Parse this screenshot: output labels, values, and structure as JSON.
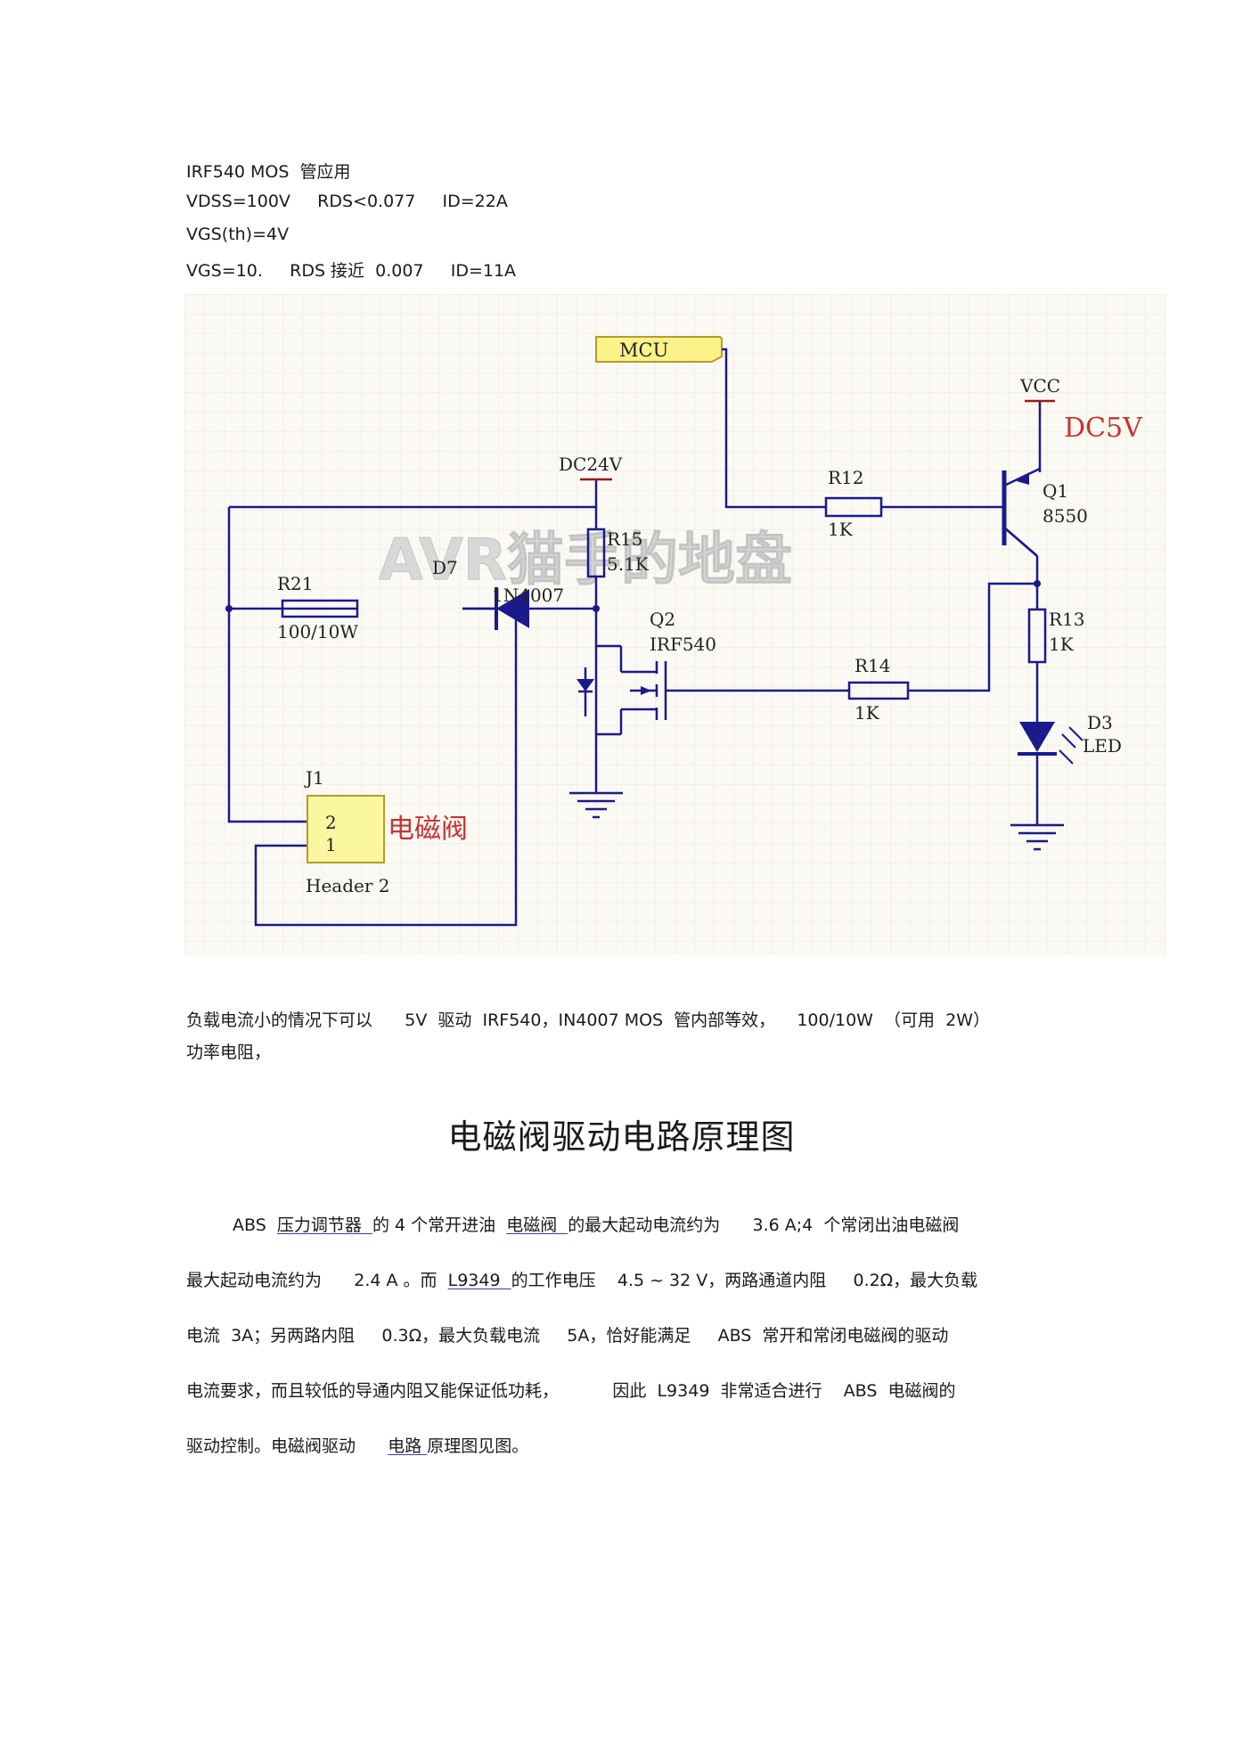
{
  "specs": [
    "IRF540 MOS  管应用",
    "VDSS=100V     RDS<0.077     ID=22A",
    "VGS(th)=4V",
    "VGS=10.     RDS 接近  0.007     ID=11A"
  ],
  "schematic": {
    "watermark": "AVR猫手的地盘",
    "labels": {
      "mcu": "MCU",
      "vcc": "VCC",
      "dc5v": "DC5V",
      "dc24v": "DC24V",
      "r12": "R12",
      "r12_val": "1K",
      "q1": "Q1",
      "q1_val": "8550",
      "r15": "R15",
      "r15_val": "5.1K",
      "d7": "D7",
      "d7_val": "1N4007",
      "r21": "R21",
      "r21_val": "100/10W",
      "q2": "Q2",
      "q2_val": "IRF540",
      "r14": "R14",
      "r14_val": "1K",
      "r13": "R13",
      "r13_val": "1K",
      "d3": "D3",
      "d3_val": "LED",
      "j1": "J1",
      "j1_pin2": "2",
      "j1_pin1": "1",
      "j1_val": "Header 2",
      "solenoid": "电磁阀"
    },
    "colors": {
      "wire": "#1a1a8c",
      "power": "#9a1a1a",
      "red_text": "#c83232",
      "header_fill": "#fbf7a0"
    }
  },
  "note": [
    "负载电流小的情况下可以      5V  驱动  IRF540，IN4007 MOS  管内部等效，    100/10W  （可用  2W）",
    "功率电阻，"
  ],
  "heading": "电磁阀驱动电路原理图",
  "body": {
    "l1_a": "ABS  ",
    "l1_link1": "压力调节器  ",
    "l1_b": "的 4 个常开进油  ",
    "l1_link2": "电磁阀  ",
    "l1_c": "的最大起动电流约为      3.6 A;4  个常闭出油电磁阀",
    "l2_a": "最大起动电流约为      2.4 A 。而  ",
    "l2_link": "L9349  ",
    "l2_b": "的工作电压    4.5 ~ 32 V，两路通道内阻     0.2Ω，最大负载",
    "l3": "电流  3A；另两路内阻     0.3Ω，最大负载电流     5A，恰好能满足     ABS  常开和常闭电磁阀的驱动",
    "l4": "电流要求，而且较低的导通内阻又能保证低功耗，          因此  L9349  非常适合进行    ABS  电磁阀的",
    "l5_a": "驱动控制。电磁阀驱动      ",
    "l5_link": "电路 ",
    "l5_b": "原理图见图。"
  }
}
